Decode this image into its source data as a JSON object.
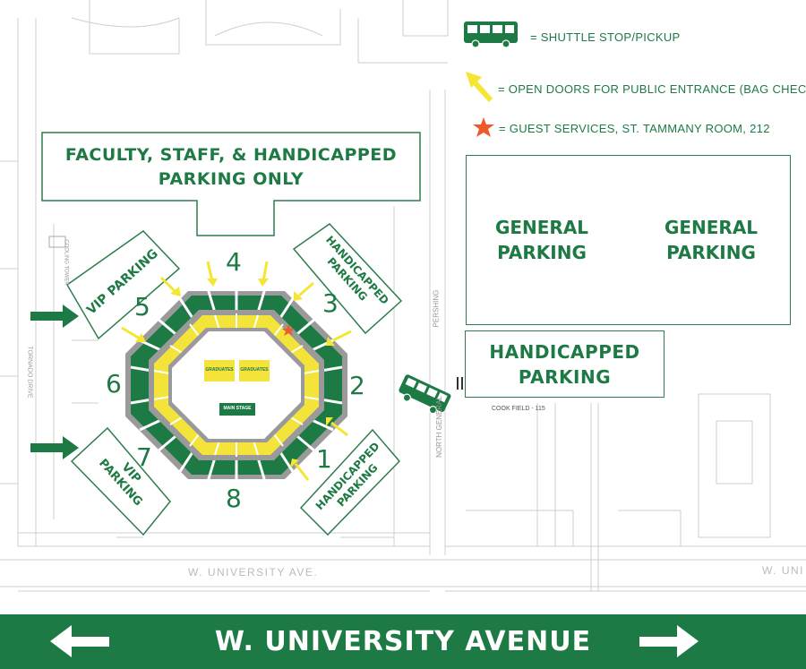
{
  "legend": {
    "shuttle": "= SHUTTLE STOP/PICKUP",
    "entrance": "= OPEN DOORS FOR PUBLIC ENTRANCE (BAG CHECKS)",
    "guest_services": "= GUEST SERVICES, ST. TAMMANY ROOM,  212"
  },
  "lots": {
    "faculty_line1": "FACULTY, STAFF, & HANDICAPPED",
    "faculty_line2": "PARKING ONLY",
    "general_a_1": "GENERAL",
    "general_a_2": "PARKING",
    "general_b_1": "GENERAL",
    "general_b_2": "PARKING",
    "handicapped_east_1": "HANDICAPPED",
    "handicapped_east_2": "PARKING",
    "vip_nw": "VIP PARKING",
    "vip_sw_1": "VIP",
    "vip_sw_2": "PARKING",
    "hc_ne_1": "HANDICAPPED",
    "hc_ne_2": "PARKING",
    "hc_se_1": "HANDICAPPED",
    "hc_se_2": "PARKING"
  },
  "arena": {
    "entrances": [
      "1",
      "2",
      "3",
      "4",
      "5",
      "6",
      "7",
      "8"
    ],
    "graduates_left": "GRADUATES",
    "graduates_right": "GRADUATES",
    "main_stage": "MAIN STAGE"
  },
  "labels": {
    "cook_field": "COOK FIELD - 115",
    "cooling_tower": "COOLING TOWER",
    "tornado_drive": "TORNADO DRIVE",
    "pershing": "PERSHING",
    "north_general": "NORTH GENERAL",
    "university_ave_map": "W. UNIVERSITY AVE.",
    "university_ave_right": "W. UNI"
  },
  "footer": {
    "title": "W. UNIVERSITY AVENUE"
  },
  "colors": {
    "green": "#1e7a45",
    "yellow": "#f3e33a",
    "gray": "#a7a7a7",
    "arrow_yellow": "#f4e632",
    "star": "#ef5a2a"
  }
}
